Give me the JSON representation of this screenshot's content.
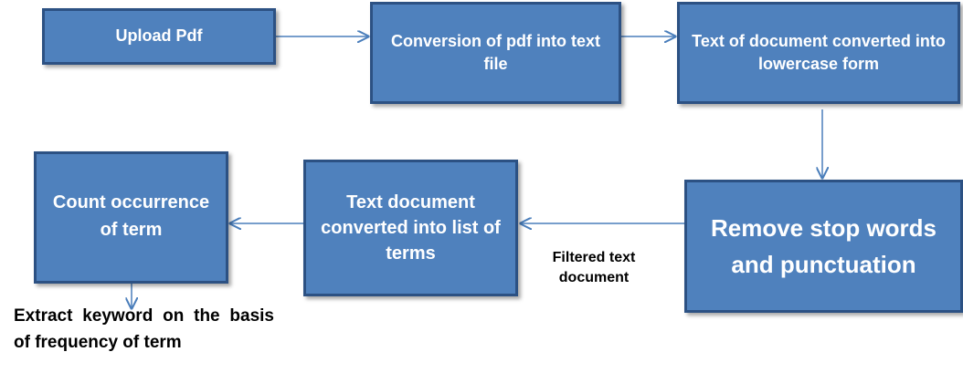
{
  "boxes": {
    "upload": "Upload Pdf",
    "conversion": "Conversion of pdf into text file",
    "lowercase": "Text of document converted into lowercase form",
    "remove_stop": "Remove stop words and punctuation",
    "list_terms": "Text document converted into list of terms",
    "count": "Count occurrence of term"
  },
  "labels": {
    "filtered": "Filtered text document",
    "extract": "Extract keyword on the basis of frequency of term"
  },
  "colors": {
    "box_fill": "#4f81bd",
    "box_border": "#2c5183",
    "arrow": "#4a7ebb"
  }
}
